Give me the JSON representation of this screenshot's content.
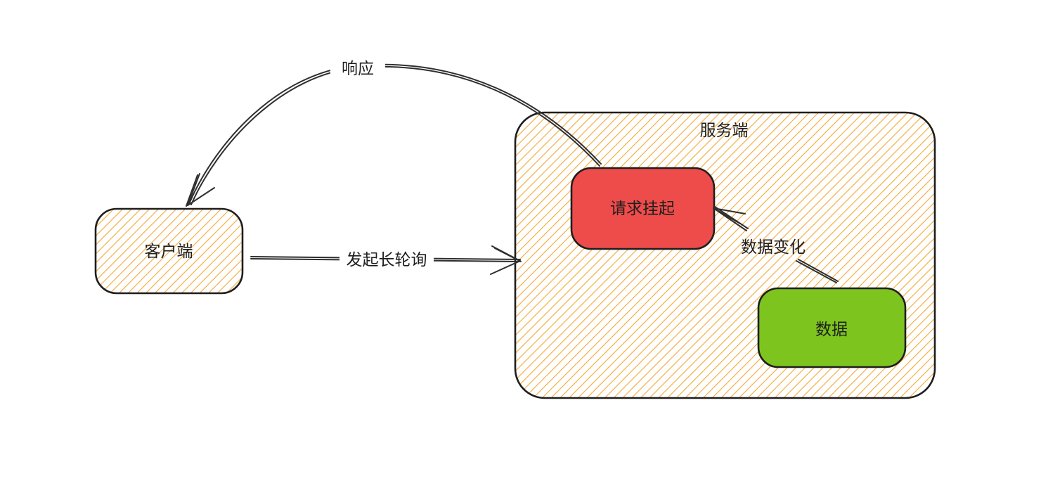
{
  "diagram": {
    "nodes": {
      "client": {
        "label": "客户端"
      },
      "server": {
        "label": "服务端"
      },
      "request_pending": {
        "label": "请求挂起"
      },
      "data": {
        "label": "数据"
      }
    },
    "edges": {
      "long_poll": {
        "label": "发起长轮询"
      },
      "response": {
        "label": "响应"
      },
      "data_change": {
        "label": "数据变化"
      }
    },
    "colors": {
      "hatch": "#f5ab3d",
      "box_stroke": "#1e1e1e",
      "red_fill": "#ee4c4b",
      "green_fill": "#7dc41e",
      "arrow": "#2f2f2f",
      "text": "#1e1e1e",
      "background": "#ffffff"
    }
  }
}
